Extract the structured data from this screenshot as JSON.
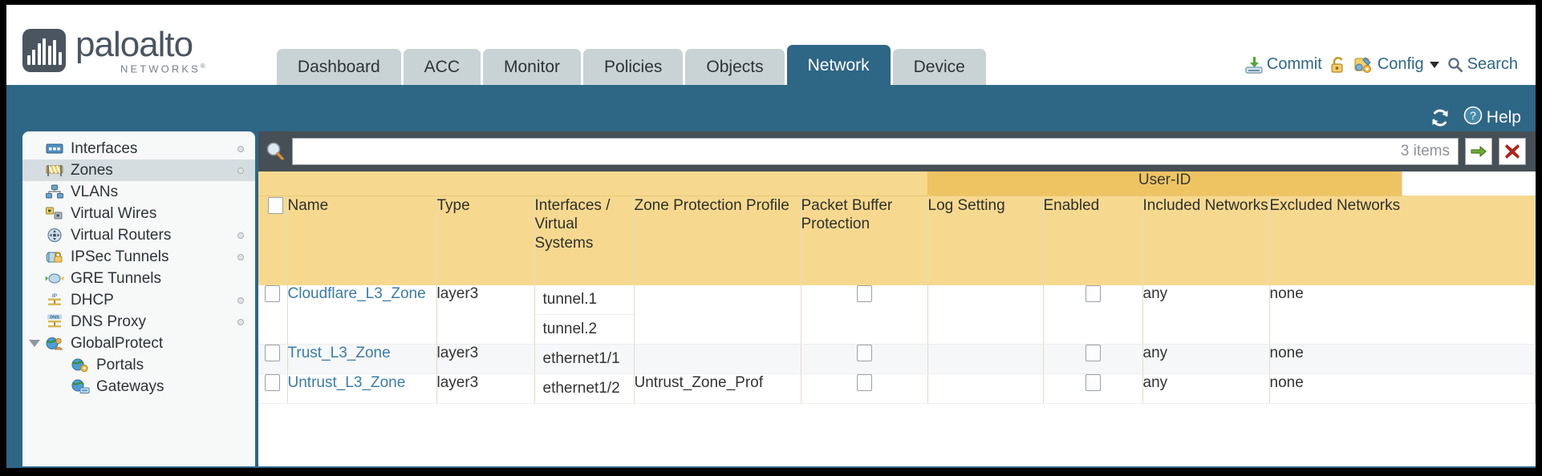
{
  "brand": {
    "name": "paloalto",
    "tagline": "NETWORKS",
    "registered": "®"
  },
  "tabs": [
    {
      "label": "Dashboard",
      "active": false
    },
    {
      "label": "ACC",
      "active": false
    },
    {
      "label": "Monitor",
      "active": false
    },
    {
      "label": "Policies",
      "active": false
    },
    {
      "label": "Objects",
      "active": false
    },
    {
      "label": "Network",
      "active": true
    },
    {
      "label": "Device",
      "active": false
    }
  ],
  "header_actions": {
    "commit": "Commit",
    "config": "Config",
    "search": "Search",
    "lock_icon": "lock-icon",
    "commit_icon": "commit-icon",
    "config_icon": "config-wrench-icon",
    "search_icon": "search-magnifier-icon",
    "caret_icon": "chevron-down-icon"
  },
  "subband": {
    "help": "Help",
    "refresh_icon": "refresh-icon",
    "help_icon": "help-question-icon"
  },
  "sidebar": {
    "items": [
      {
        "label": "Interfaces",
        "icon": "interfaces-icon",
        "selected": false,
        "dot": true,
        "child": false,
        "expander": false
      },
      {
        "label": "Zones",
        "icon": "zones-icon",
        "selected": true,
        "dot": true,
        "child": false,
        "expander": false
      },
      {
        "label": "VLANs",
        "icon": "vlans-icon",
        "selected": false,
        "dot": false,
        "child": false,
        "expander": false
      },
      {
        "label": "Virtual Wires",
        "icon": "virtual-wires-icon",
        "selected": false,
        "dot": false,
        "child": false,
        "expander": false
      },
      {
        "label": "Virtual Routers",
        "icon": "virtual-routers-icon",
        "selected": false,
        "dot": true,
        "child": false,
        "expander": false
      },
      {
        "label": "IPSec Tunnels",
        "icon": "ipsec-tunnels-icon",
        "selected": false,
        "dot": true,
        "child": false,
        "expander": false
      },
      {
        "label": "GRE Tunnels",
        "icon": "gre-tunnels-icon",
        "selected": false,
        "dot": false,
        "child": false,
        "expander": false
      },
      {
        "label": "DHCP",
        "icon": "dhcp-icon",
        "selected": false,
        "dot": true,
        "child": false,
        "expander": false
      },
      {
        "label": "DNS Proxy",
        "icon": "dns-proxy-icon",
        "selected": false,
        "dot": true,
        "child": false,
        "expander": false
      },
      {
        "label": "GlobalProtect",
        "icon": "globalprotect-icon",
        "selected": false,
        "dot": false,
        "child": false,
        "expander": true
      },
      {
        "label": "Portals",
        "icon": "portals-icon",
        "selected": false,
        "dot": false,
        "child": true,
        "expander": false
      },
      {
        "label": "Gateways",
        "icon": "gateways-icon",
        "selected": false,
        "dot": false,
        "child": true,
        "expander": false
      }
    ]
  },
  "search": {
    "value": "",
    "placeholder": "",
    "items_count": "3 items",
    "go_icon": "green-arrow-right-icon",
    "clear_icon": "red-x-icon",
    "magnifier_icon": "search-magnifier-icon"
  },
  "table": {
    "group_header": "User-ID",
    "columns": [
      "Name",
      "Type",
      "Interfaces / Virtual Systems",
      "Zone Protection Profile",
      "Packet Buffer Protection",
      "Log Setting",
      "Enabled",
      "Included Networks",
      "Excluded Networks"
    ],
    "rows": [
      {
        "name": "Cloudflare_L3_Zone",
        "type": "layer3",
        "interfaces": [
          "tunnel.1",
          "tunnel.2"
        ],
        "zone_protection_profile": "",
        "packet_buffer_protection": false,
        "log_setting": "",
        "userid_enabled": false,
        "included_networks": "any",
        "excluded_networks": "none"
      },
      {
        "name": "Trust_L3_Zone",
        "type": "layer3",
        "interfaces": [
          "ethernet1/1"
        ],
        "zone_protection_profile": "",
        "packet_buffer_protection": false,
        "log_setting": "",
        "userid_enabled": false,
        "included_networks": "any",
        "excluded_networks": "none"
      },
      {
        "name": "Untrust_L3_Zone",
        "type": "layer3",
        "interfaces": [
          "ethernet1/2"
        ],
        "zone_protection_profile": "Untrust_Zone_Prof",
        "packet_buffer_protection": false,
        "log_setting": "",
        "userid_enabled": false,
        "included_networks": "any",
        "excluded_networks": "none"
      }
    ]
  },
  "colors": {
    "brand_blue": "#2e6685",
    "header_amber": "#f6d98f",
    "group_amber": "#eec463",
    "link_blue": "#3a7ca8",
    "panel_dark": "#474f56"
  }
}
